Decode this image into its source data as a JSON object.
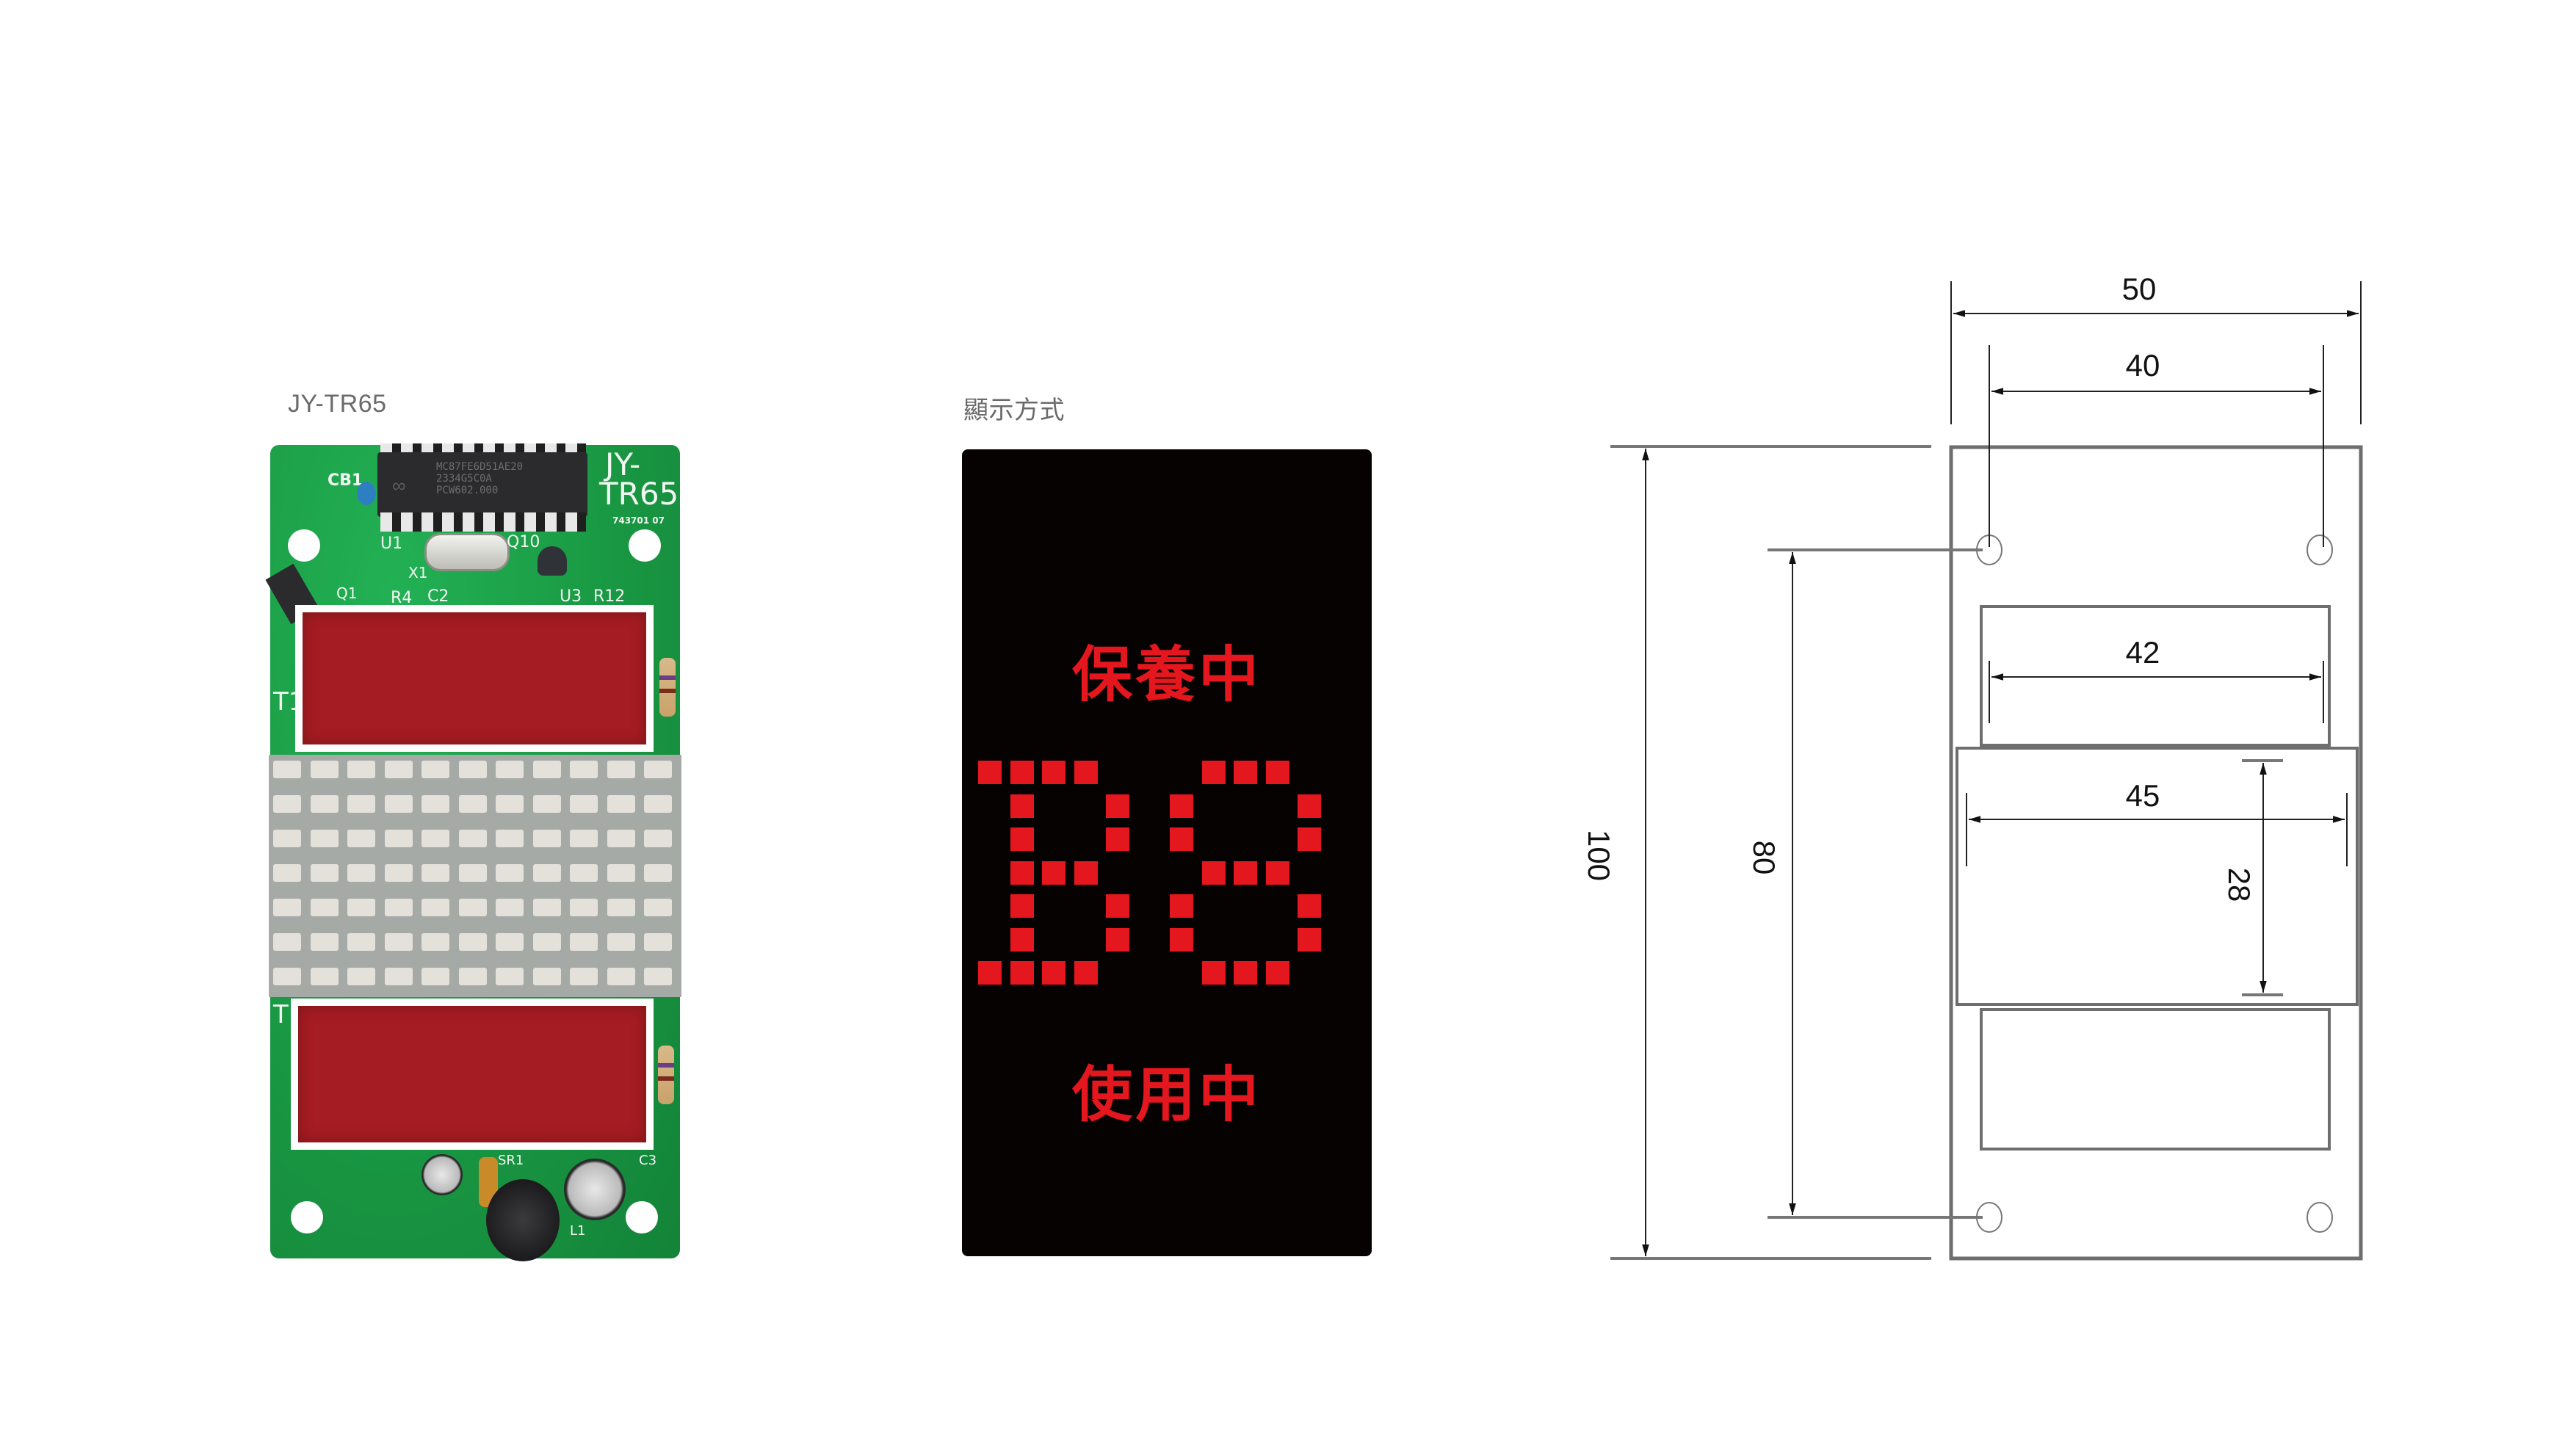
{
  "sections": {
    "product": {
      "caption": "JY-TR65"
    },
    "display": {
      "caption": "顯示方式"
    }
  },
  "pcb": {
    "model_silk_line1": "JY-",
    "model_silk_line2": "TR65",
    "serial": "743701 07",
    "chip_marking": [
      "MC87FE6D51AE20",
      "2334G5C0A",
      "PCW602.000"
    ],
    "silk_labels": {
      "cb1": "CB1",
      "u1": "U1",
      "x1": "X1",
      "q10": "Q10",
      "q1": "Q1",
      "r4": "R4",
      "c2": "C2",
      "u3": "U3",
      "r12": "R12",
      "t1": "T1",
      "t2": "T",
      "sr1": "SR1",
      "l1": "L1",
      "c3": "C3"
    },
    "led_matrix": {
      "columns": 11,
      "rows": 7
    }
  },
  "display_panel": {
    "top_text": "保養中",
    "floor_indicator": "B8",
    "bottom_text": "使用中",
    "led_color": "#e3171d",
    "background_color": "#070202",
    "matrix": {
      "columns": 11,
      "rows": 7,
      "lit": [
        [
          1,
          1,
          1,
          1,
          0,
          0,
          0,
          1,
          1,
          1,
          0
        ],
        [
          0,
          1,
          0,
          0,
          1,
          0,
          1,
          0,
          0,
          0,
          1
        ],
        [
          0,
          1,
          0,
          0,
          1,
          0,
          1,
          0,
          0,
          0,
          1
        ],
        [
          0,
          1,
          1,
          1,
          0,
          0,
          0,
          1,
          1,
          1,
          0
        ],
        [
          0,
          1,
          0,
          0,
          1,
          0,
          1,
          0,
          0,
          0,
          1
        ],
        [
          0,
          1,
          0,
          0,
          1,
          0,
          1,
          0,
          0,
          0,
          1
        ],
        [
          1,
          1,
          1,
          1,
          0,
          0,
          0,
          1,
          1,
          1,
          0
        ]
      ]
    }
  },
  "dimensions": {
    "unit": "mm",
    "overall_width": "50",
    "hole_spacing_horizontal": "40",
    "overall_height": "100",
    "hole_spacing_vertical": "80",
    "upper_window_width": "42",
    "matrix_window_width": "45",
    "matrix_window_height": "28"
  }
}
